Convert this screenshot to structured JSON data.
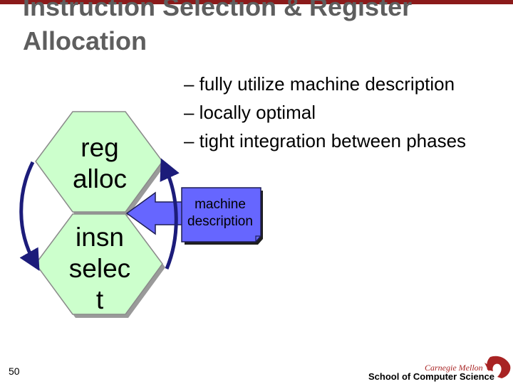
{
  "slide": {
    "title_line1": "Instruction Selection & Register",
    "title_line2": "Allocation",
    "bullets": [
      "– fully utilize machine description",
      "– locally optimal",
      "– tight integration between phases"
    ],
    "page_number": "50"
  },
  "diagram": {
    "reg_alloc": {
      "line1": "reg",
      "line2": "alloc"
    },
    "insn_select": {
      "line1": "insn",
      "line2": "selec",
      "line3": "t"
    },
    "machine_description": {
      "line1": "machine",
      "line2": "description"
    }
  },
  "footer": {
    "school": "School of Computer Science",
    "logo_text": "Carnegie Mellon"
  },
  "colors": {
    "hex_fill": "#ccffcc",
    "box_fill": "#6666ff",
    "arrow_fill": "#6666ff",
    "curve_stroke": "#1c1c7a",
    "accent_bar": "#8b1a1a",
    "title_color": "#5e5e5e"
  },
  "icons": {
    "logo": "carnegie-mellon-griffin-icon"
  }
}
